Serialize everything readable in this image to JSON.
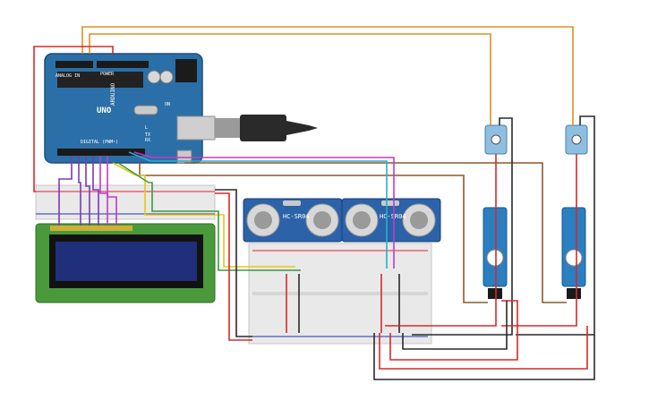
{
  "arduino": {
    "brand": "ARDUINO",
    "model": "UNO",
    "header_digital": "DIGITAL (PWM~)",
    "header_power": "POWER",
    "header_analog": "ANALOG IN",
    "led_tx": "TX",
    "led_rx": "RX",
    "led_l": "L",
    "led_on": "ON"
  },
  "sensors": [
    {
      "model": "HC-SR04"
    },
    {
      "model": "HC-SR04"
    }
  ],
  "colors": {
    "board": "#2b6fa8",
    "breadboard": "#e9e9e9",
    "lcd_pcb": "#4a9a3c",
    "lcd_screen": "#1f2f7a",
    "wire_red": "#d62a2a",
    "wire_black": "#2a2a2a",
    "wire_orange": "#e0901f",
    "wire_brown": "#8a5a2e",
    "wire_yellow": "#e8c51a",
    "wire_green": "#3a9a3a",
    "wire_magenta": "#c23ac9",
    "wire_cyan": "#2ab0c8",
    "wire_purple": "#7a3ab8",
    "servo_body": "#2a7fc0"
  }
}
